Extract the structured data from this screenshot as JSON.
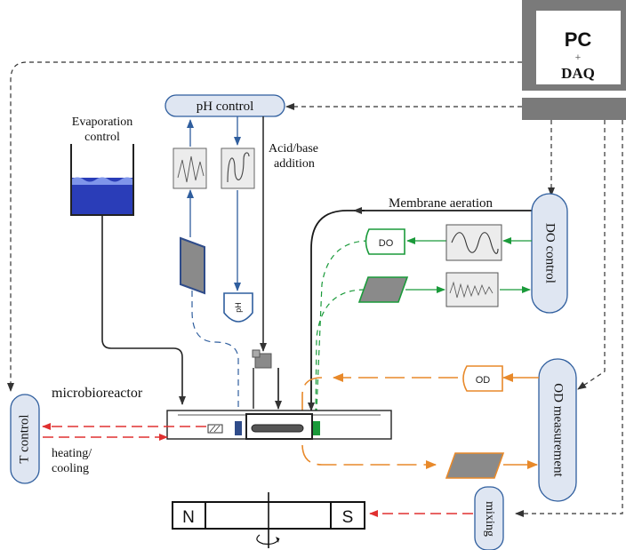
{
  "pc_daq": {
    "line1": "PC",
    "plus": "+",
    "line2": "DAQ"
  },
  "blocks": {
    "ph_control": "pH control",
    "do_control": "DO control",
    "od_measurement": "OD measurement",
    "t_control": "T control",
    "mixing": "mixing"
  },
  "labels": {
    "evaporation_1": "Evaporation",
    "evaporation_2": "control",
    "acid_base_1": "Acid/base",
    "acid_base_2": "addition",
    "membrane_aeration": "Membrane aeration",
    "microbioreactor": "microbioreactor",
    "heating_1": "heating/",
    "heating_2": "cooling"
  },
  "sensors": {
    "do": "DO",
    "ph": "pH",
    "od": "OD"
  },
  "magnet": {
    "north": "N",
    "south": "S"
  },
  "colors": {
    "green": "#1a9a3a",
    "orange": "#e8892a",
    "blue": "#2f5e9e",
    "red": "#e03030",
    "dark": "#333333",
    "liquid": "#2a3db8"
  }
}
